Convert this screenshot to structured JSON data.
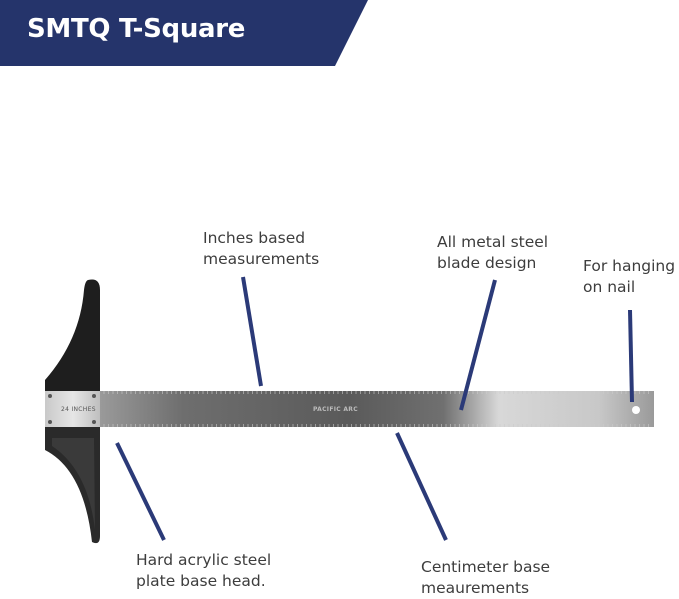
{
  "header": {
    "title": "SMTQ T-Square",
    "background": "#25346b"
  },
  "product": {
    "head_text": "24 INCHES",
    "blade_brand": "PACIFIC ARC"
  },
  "callouts": [
    {
      "line1": "Inches based",
      "line2": "measurements"
    },
    {
      "line1": "All metal steel",
      "line2": "blade design"
    },
    {
      "line1": "For hanging",
      "line2": "on nail"
    },
    {
      "line1": "Hard acrylic steel",
      "line2": "plate base head."
    },
    {
      "line1": "Centimeter base",
      "line2": "meaurements"
    }
  ],
  "colors": {
    "leader_line": "#2b3a78",
    "text": "#3d3d3d"
  }
}
